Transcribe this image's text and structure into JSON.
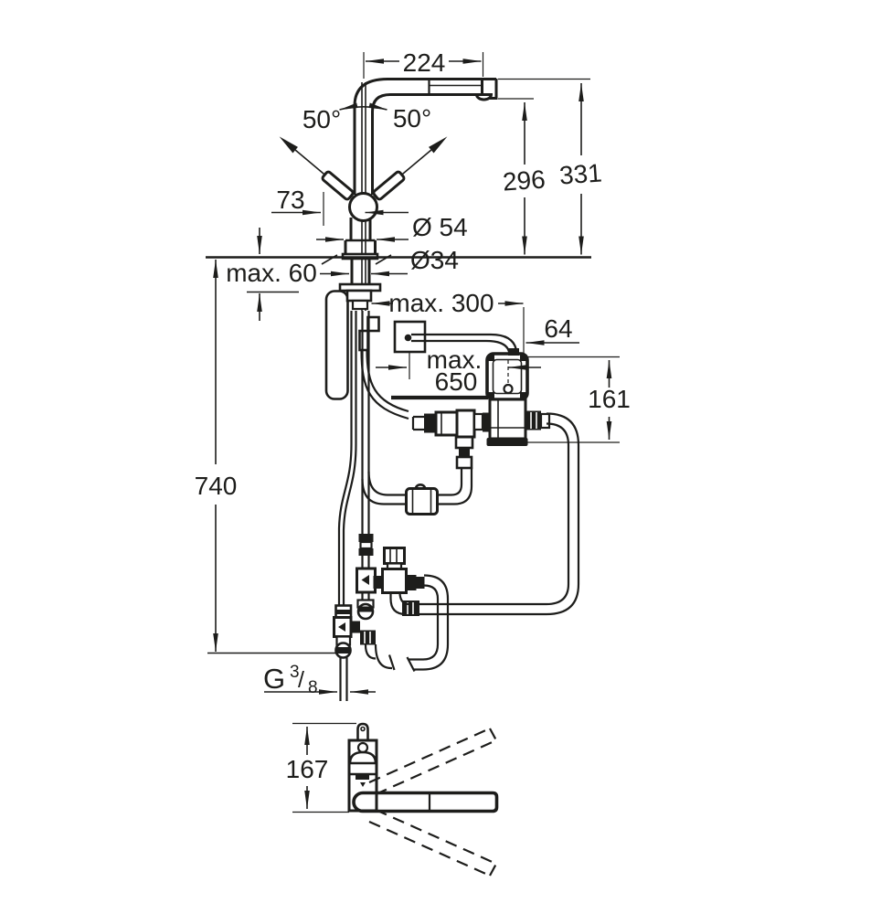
{
  "drawing": {
    "title": "kitchen-faucet-installation-dimension-drawing",
    "background": "#ffffff",
    "line_color": "#1d1d1b",
    "dimensions": {
      "spout_projection": "224",
      "swivel_angle_left": "50°",
      "swivel_angle_right": "50°",
      "handle_clearance": "73",
      "spout_height": "296",
      "total_height": "331",
      "base_diameter": "Ø 54",
      "hole_diameter": "Ø34",
      "max_deck_thickness": "max. 60",
      "max_control_distance": "max. 300",
      "control_offset": "64",
      "max_hose_word": "max.",
      "max_hose_value": "650",
      "control_height": "161",
      "supply_drop": "740",
      "thread_letter": "G",
      "thread_numerator": "3",
      "thread_slash": "/",
      "thread_denominator": "8",
      "top_view_depth": "167"
    }
  }
}
